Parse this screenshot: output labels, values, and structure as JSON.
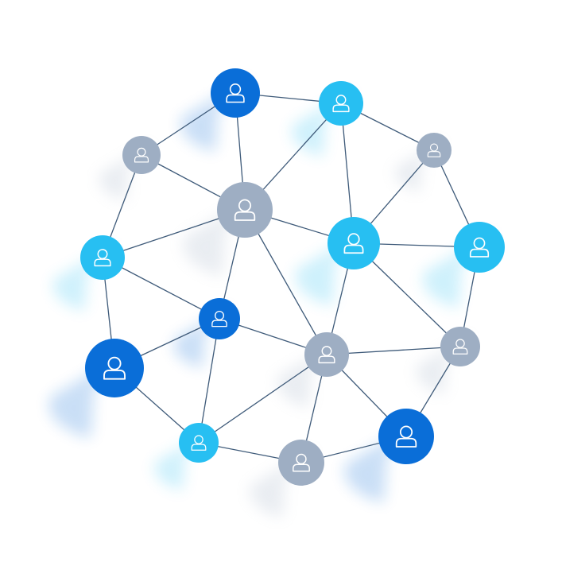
{
  "palette": {
    "background": "#ffffff",
    "edge": "#3e5a79",
    "dark_blue": "#0a6ed8",
    "light_blue": "#27bff2",
    "gray": "#9eaec3",
    "icon_stroke": "#ffffff"
  },
  "nodes": [
    {
      "id": "n1",
      "role": "dark_blue",
      "icon": "user-icon"
    },
    {
      "id": "n2",
      "role": "light_blue",
      "icon": "user-icon"
    },
    {
      "id": "n3",
      "role": "gray",
      "icon": "user-icon"
    },
    {
      "id": "n4",
      "role": "gray",
      "icon": "user-icon"
    },
    {
      "id": "n5",
      "role": "gray",
      "icon": "user-icon"
    },
    {
      "id": "n6",
      "role": "light_blue",
      "icon": "user-icon"
    },
    {
      "id": "n7",
      "role": "light_blue",
      "icon": "user-icon"
    },
    {
      "id": "n8",
      "role": "light_blue",
      "icon": "user-icon"
    },
    {
      "id": "n9",
      "role": "dark_blue",
      "icon": "user-icon"
    },
    {
      "id": "n10",
      "role": "dark_blue",
      "icon": "user-icon"
    },
    {
      "id": "n11",
      "role": "gray",
      "icon": "user-icon"
    },
    {
      "id": "n12",
      "role": "gray",
      "icon": "user-icon"
    },
    {
      "id": "n13",
      "role": "light_blue",
      "icon": "user-icon"
    },
    {
      "id": "n14",
      "role": "gray",
      "icon": "user-icon"
    },
    {
      "id": "n15",
      "role": "dark_blue",
      "icon": "user-icon"
    }
  ],
  "edges": [
    [
      "n1",
      "n2"
    ],
    [
      "n1",
      "n3"
    ],
    [
      "n1",
      "n5"
    ],
    [
      "n2",
      "n5"
    ],
    [
      "n2",
      "n7"
    ],
    [
      "n2",
      "n4"
    ],
    [
      "n3",
      "n5"
    ],
    [
      "n3",
      "n6"
    ],
    [
      "n4",
      "n7"
    ],
    [
      "n4",
      "n8"
    ],
    [
      "n5",
      "n6"
    ],
    [
      "n5",
      "n7"
    ],
    [
      "n5",
      "n9"
    ],
    [
      "n5",
      "n11"
    ],
    [
      "n6",
      "n9"
    ],
    [
      "n6",
      "n10"
    ],
    [
      "n7",
      "n8"
    ],
    [
      "n7",
      "n11"
    ],
    [
      "n7",
      "n12"
    ],
    [
      "n8",
      "n12"
    ],
    [
      "n9",
      "n10"
    ],
    [
      "n9",
      "n11"
    ],
    [
      "n9",
      "n13"
    ],
    [
      "n10",
      "n13"
    ],
    [
      "n11",
      "n12"
    ],
    [
      "n11",
      "n13"
    ],
    [
      "n11",
      "n14"
    ],
    [
      "n11",
      "n15"
    ],
    [
      "n12",
      "n15"
    ],
    [
      "n13",
      "n14"
    ],
    [
      "n14",
      "n15"
    ]
  ]
}
